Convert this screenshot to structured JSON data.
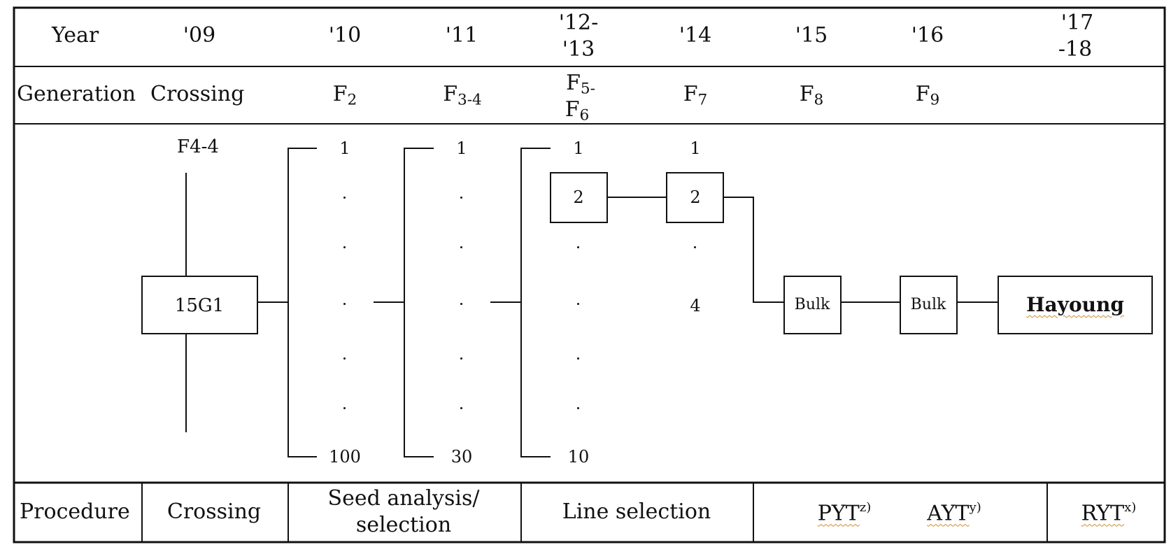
{
  "header": {
    "year_label": "Year",
    "generation_label": "Generation",
    "years": [
      "'09",
      "'10",
      "'11",
      "'12-",
      "'13",
      "'14",
      "'15",
      "'16",
      "'17",
      "-18"
    ],
    "generations": {
      "crossing": "Crossing",
      "f2_base": "F",
      "f2_sub": "2",
      "f34_base": "F",
      "f34_sub": "3-4",
      "f5_base": "F",
      "f5_sub": "5-",
      "f6_base": "F",
      "f6_sub": "6",
      "f7_base": "F",
      "f7_sub": "7",
      "f8_base": "F",
      "f8_sub": "8",
      "f9_base": "F",
      "f9_sub": "9"
    }
  },
  "flow": {
    "parent": "F4-4",
    "cross": "15G1",
    "f2_top": "1",
    "f2_bottom": "100",
    "f34_top": "1",
    "f34_bottom": "30",
    "f56_top": "1",
    "f56_selected": "2",
    "f56_bottom": "10",
    "f7_top": "1",
    "f7_selected": "2",
    "f7_last": "4",
    "bulk1": "Bulk",
    "bulk2": "Bulk",
    "cultivar": "Hayoung"
  },
  "procedure": {
    "label": "Procedure",
    "crossing": "Crossing",
    "seed_line1": "Seed analysis/",
    "seed_line2": "selection",
    "line_selection": "Line selection",
    "pyt": "PYT",
    "pyt_note": "z)",
    "ayt": "AYT",
    "ayt_note": "y)",
    "ryt": "RYT",
    "ryt_note": "x)"
  }
}
